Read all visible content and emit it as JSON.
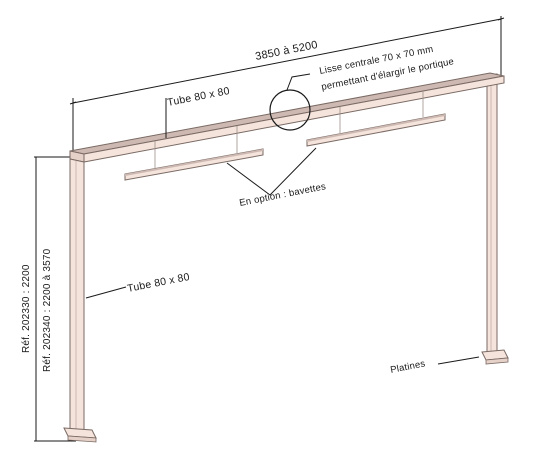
{
  "diagram": {
    "width_dimension": "3850 à 5200",
    "lisse_line1": "Lisse centrale 70 x 70 mm",
    "lisse_line2": "permettant d'élargir le portique",
    "tube_top": "Tube 80 x 80",
    "tube_side": "Tube 80 x 80",
    "option": "En option : bavettes",
    "ref1": "Réf. 202330 : 2200",
    "ref2": "Réf. 202340 : 2200 à 3570",
    "platines": "Platines"
  },
  "colors": {
    "frame_fill": "#f4e4dc",
    "frame_stroke": "#7a6a64",
    "beam_top": "#cdb9b2",
    "lines": "#1a1a1a"
  }
}
